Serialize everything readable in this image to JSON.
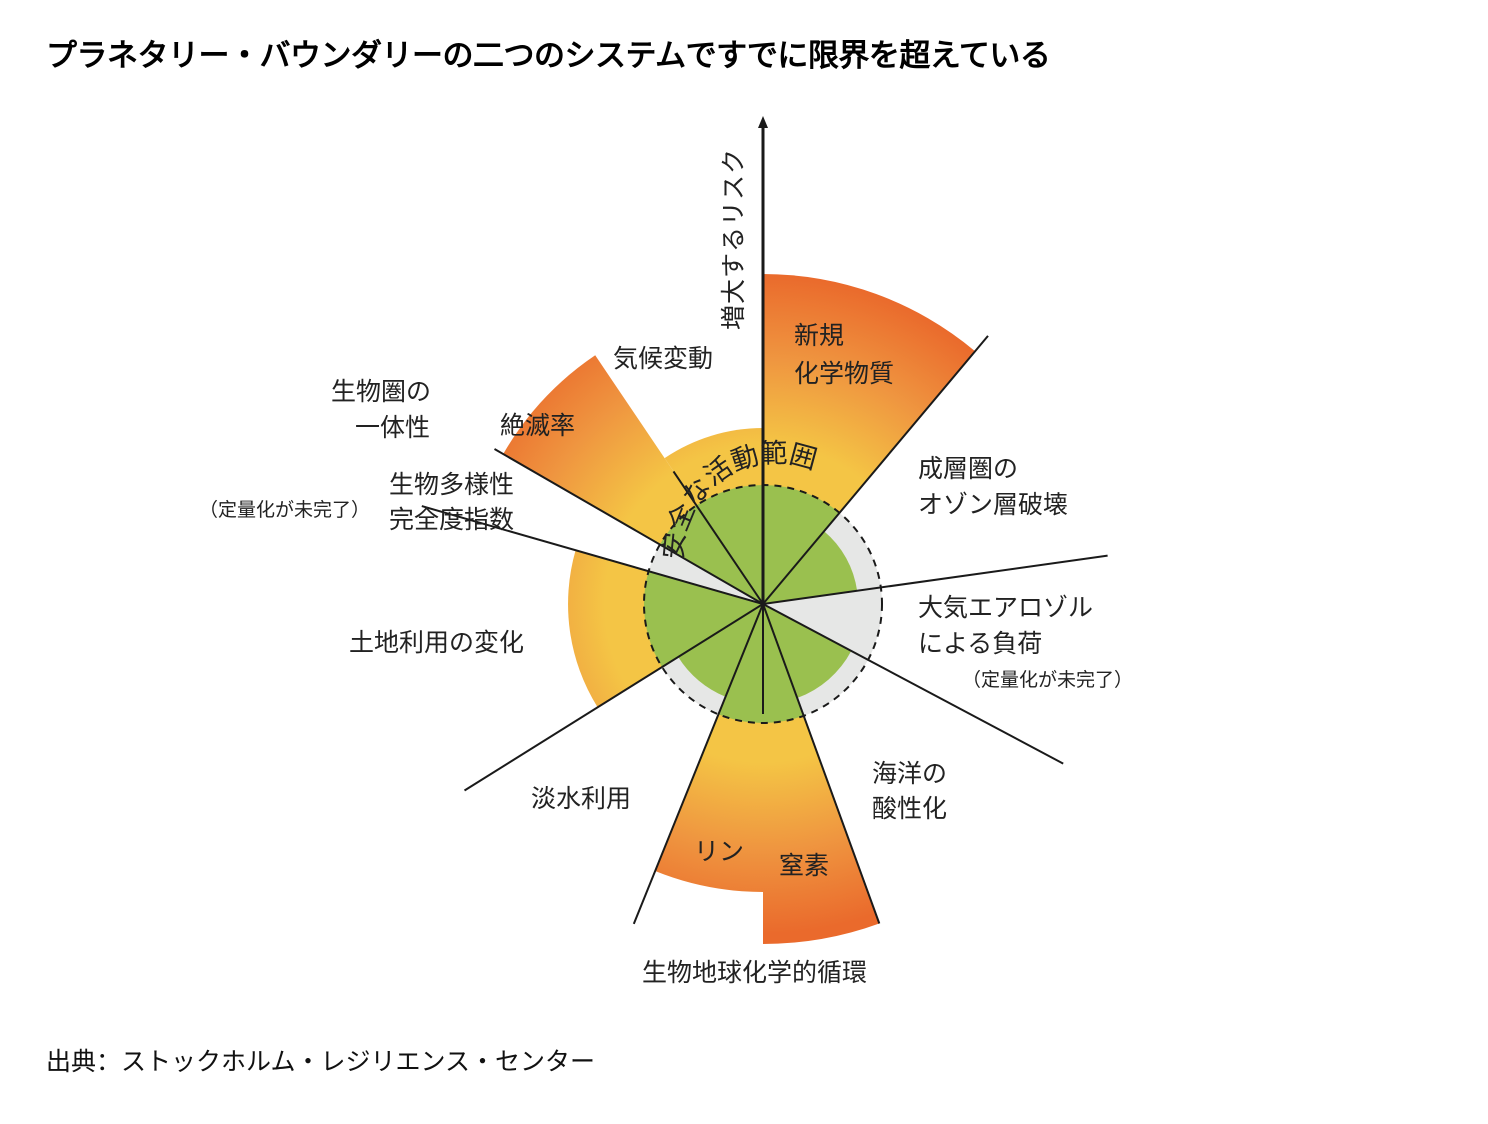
{
  "title": "プラネタリー・バウンダリーの二つのシステムですでに限界を超えている",
  "source": "出典：ストックホルム・レジリエンス・センター",
  "axis_label": "増大するリスク",
  "safe_zone_label": "安全な活動範囲",
  "colors": {
    "safe_green": "#9ac04f",
    "uncertain_gray": "#e6e7e6",
    "risk_yellow": "#f4c545",
    "risk_orange": "#ec7430",
    "line": "#1a1a1a"
  },
  "categories": {
    "novel_entities": {
      "line1": "新規",
      "line2": "化学物質"
    },
    "ozone": {
      "line1": "成層圏の",
      "line2": "オゾン層破壊"
    },
    "aerosol": {
      "line1": "大気エアロゾル",
      "line2": "による負荷",
      "note": "（定量化が未完了）"
    },
    "ocean": {
      "line1": "海洋の",
      "line2": "酸性化"
    },
    "biogeochem": {
      "label": "生物地球化学的循環",
      "phosphorus": "リン",
      "nitrogen": "窒素"
    },
    "freshwater": {
      "label": "淡水利用"
    },
    "land": {
      "label": "土地利用の変化"
    },
    "biosphere": {
      "line1": "生物圏の",
      "line2": "一体性",
      "extinction": "絶滅率",
      "bii_line1": "生物多様性",
      "bii_line2": "完全度指数",
      "bii_note": "（定量化が未完了）"
    },
    "climate": {
      "label": "気候変動"
    }
  }
}
